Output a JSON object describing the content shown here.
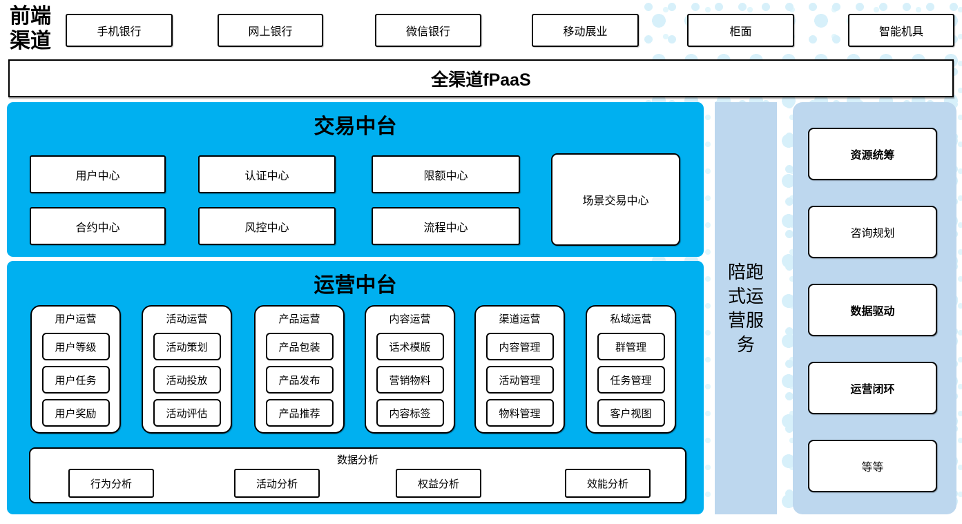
{
  "colors": {
    "bright_blue": "#00B0F0",
    "light_blue": "#BDD7EE",
    "dot_blue": "#D7F0FA",
    "box_border": "#000000"
  },
  "front_channels": {
    "label": "前端渠道",
    "items": [
      "手机银行",
      "网上银行",
      "微信银行",
      "移动展业",
      "柜面",
      "智能机具"
    ]
  },
  "fpaas_bar": {
    "label": "全渠道fPaaS"
  },
  "trade_platform": {
    "title": "交易中台",
    "centers": [
      "用户中心",
      "认证中心",
      "限额中心",
      "合约中心",
      "风控中心",
      "流程中心"
    ],
    "scene_center": "场景交易中心"
  },
  "operation_platform": {
    "title": "运营中台",
    "groups": [
      {
        "title": "用户运营",
        "items": [
          "用户等级",
          "用户任务",
          "用户奖励"
        ]
      },
      {
        "title": "活动运营",
        "items": [
          "活动策划",
          "活动投放",
          "活动评估"
        ]
      },
      {
        "title": "产品运营",
        "items": [
          "产品包装",
          "产品发布",
          "产品推荐"
        ]
      },
      {
        "title": "内容运营",
        "items": [
          "话术模版",
          "营销物料",
          "内容标签"
        ]
      },
      {
        "title": "渠道运营",
        "items": [
          "内容管理",
          "活动管理",
          "物料管理"
        ]
      },
      {
        "title": "私域运营",
        "items": [
          "群管理",
          "任务管理",
          "客户视图"
        ]
      }
    ],
    "data_analysis": {
      "title": "数据分析",
      "items": [
        "行为分析",
        "活动分析",
        "权益分析",
        "效能分析"
      ]
    }
  },
  "side_bar": {
    "label": "陪跑式运营服务"
  },
  "right_panel": {
    "items": [
      {
        "label": "资源统筹",
        "bold": true
      },
      {
        "label": "咨询规划",
        "bold": false
      },
      {
        "label": "数据驱动",
        "bold": true
      },
      {
        "label": "运营闭环",
        "bold": true
      },
      {
        "label": "等等",
        "bold": false
      }
    ]
  }
}
